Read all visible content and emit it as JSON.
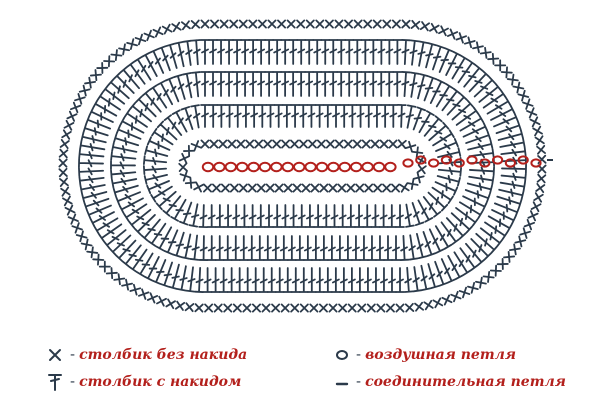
{
  "colors": {
    "stitch": "#2b3a4a",
    "chain": "#b3201c",
    "legend_text": "#b3201c"
  },
  "legend": {
    "sc": {
      "symbol": "single-crochet-icon",
      "label": "столбик без накида"
    },
    "dc": {
      "symbol": "double-crochet-icon",
      "label": "столбик с накидом"
    },
    "ch": {
      "symbol": "chain-stitch-icon",
      "label": "воздушная петля"
    },
    "sl": {
      "symbol": "slip-stitch-icon",
      "label": "соединительная петля"
    }
  },
  "pattern": {
    "foundation_chain_count": 17,
    "rows": [
      {
        "stitch": "single-crochet"
      },
      {
        "stitch": "double-crochet"
      },
      {
        "stitch": "double-crochet"
      },
      {
        "stitch": "double-crochet"
      },
      {
        "stitch": "single-crochet"
      }
    ]
  }
}
